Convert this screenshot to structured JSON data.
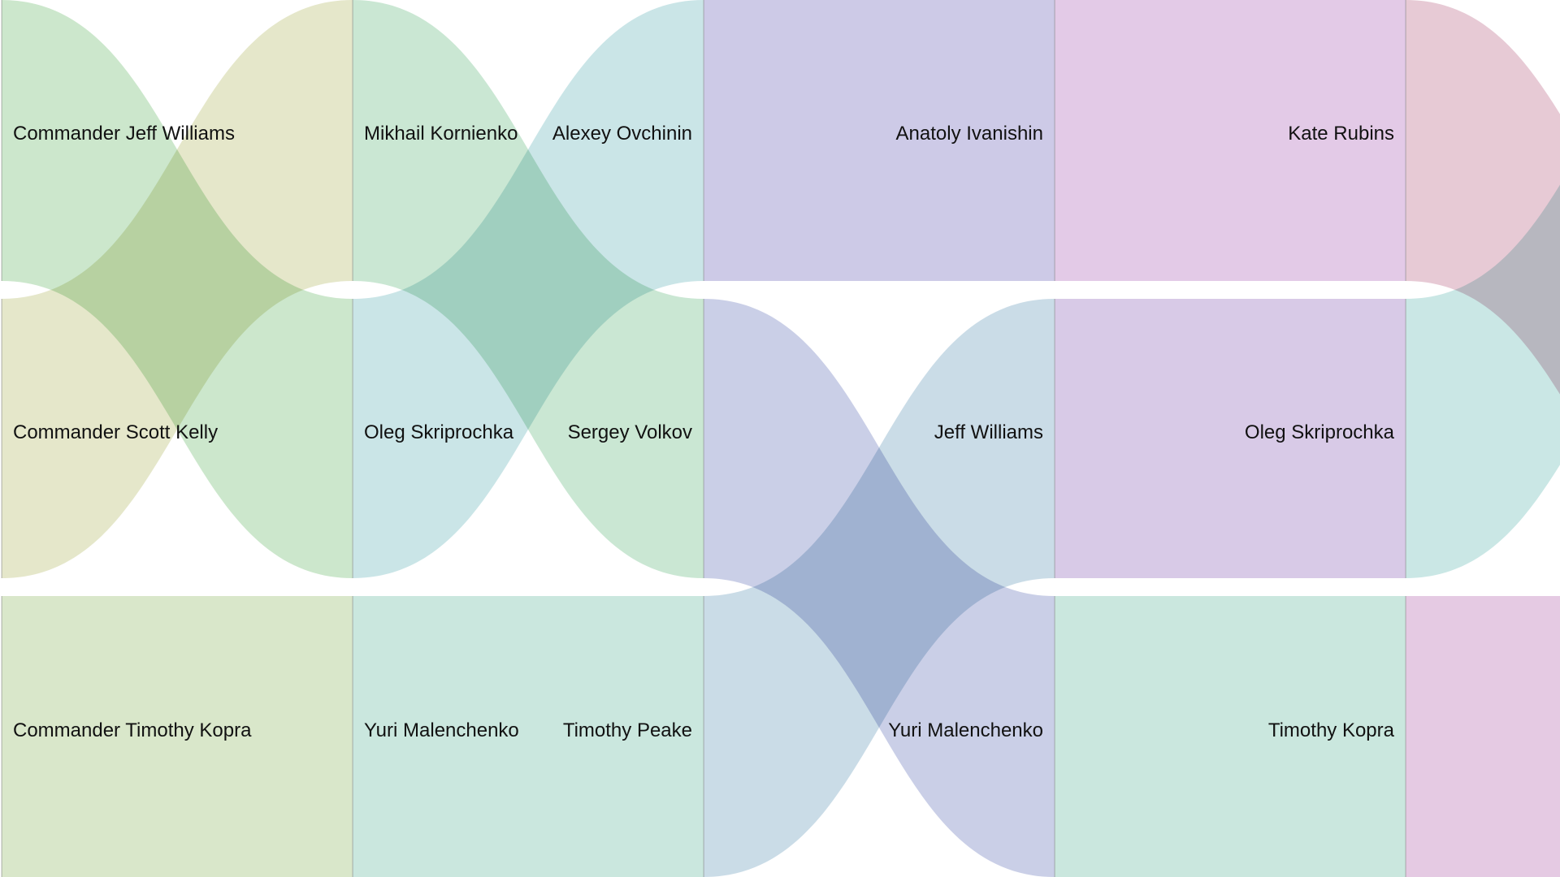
{
  "diagram": {
    "type": "sankey",
    "title": "",
    "columns": [
      {
        "nodes": [
          {
            "id": "c0n0",
            "label": "Commander Jeff Williams"
          },
          {
            "id": "c0n1",
            "label": "Commander Scott Kelly"
          },
          {
            "id": "c0n2",
            "label": "Commander Timothy Kopra"
          }
        ]
      },
      {
        "nodes": [
          {
            "id": "c1n0",
            "label": "Mikhail Kornienko"
          },
          {
            "id": "c1n1",
            "label": "Oleg Skriprochka"
          },
          {
            "id": "c1n2",
            "label": "Yuri Malenchenko"
          }
        ]
      },
      {
        "nodes": [
          {
            "id": "c2n0",
            "label": "Alexey Ovchinin"
          },
          {
            "id": "c2n1",
            "label": "Sergey Volkov"
          },
          {
            "id": "c2n2",
            "label": "Timothy Peake"
          }
        ]
      },
      {
        "nodes": [
          {
            "id": "c3n0",
            "label": "Anatoly Ivanishin"
          },
          {
            "id": "c3n1",
            "label": "Jeff Williams"
          },
          {
            "id": "c3n2",
            "label": "Yuri Malenchenko"
          }
        ]
      },
      {
        "nodes": [
          {
            "id": "c4n0",
            "label": "Kate Rubins"
          },
          {
            "id": "c4n1",
            "label": "Oleg Skriprochka"
          },
          {
            "id": "c4n2",
            "label": "Timothy Kopra"
          }
        ]
      }
    ],
    "links": [
      {
        "from": "c0n0",
        "to": "c1n1",
        "color": "#c6e4c6"
      },
      {
        "from": "c0n1",
        "to": "c1n0",
        "color": "#e2e4c4"
      },
      {
        "from": "c0n2",
        "to": "c1n2",
        "color": "#d5e4c4"
      },
      {
        "from": "c1n0",
        "to": "c2n1",
        "color": "#c4e4ce"
      },
      {
        "from": "c1n1",
        "to": "c2n0",
        "color": "#c4e2e4"
      },
      {
        "from": "c1n2",
        "to": "c2n2",
        "color": "#c4e4da"
      },
      {
        "from": "c2n0",
        "to": "c3n0",
        "color": "#c8c4e4"
      },
      {
        "from": "c2n1",
        "to": "c3n2",
        "color": "#c4cae4"
      },
      {
        "from": "c2n2",
        "to": "c3n1",
        "color": "#c4d8e4"
      },
      {
        "from": "c3n0",
        "to": "c4n0",
        "color": "#e0c4e4"
      },
      {
        "from": "c3n1",
        "to": "c4n1",
        "color": "#d4c4e4"
      },
      {
        "from": "c3n2",
        "to": "c4n2",
        "color": "#c4e4da"
      },
      {
        "from": "c4n0",
        "to": "c5n1",
        "color": "#e4c4d0"
      },
      {
        "from": "c4n1",
        "to": "c5n0",
        "color": "#c4e4e2"
      },
      {
        "from": "c4n2",
        "to": "c5n2",
        "color": "#e2c4e0"
      }
    ],
    "background": "#ffffff"
  }
}
